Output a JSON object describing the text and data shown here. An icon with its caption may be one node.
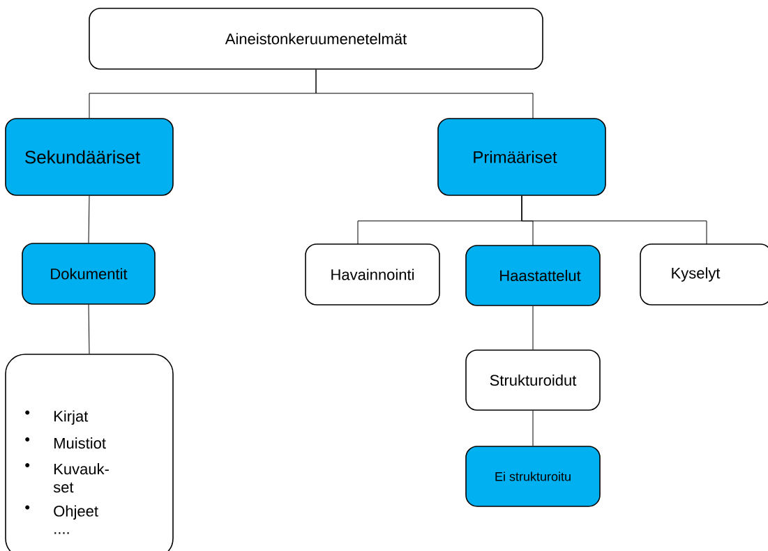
{
  "diagram": {
    "nodes": [
      {
        "text": [
          "Aineistonkeruumenetelmät"
        ]
      },
      {
        "text": [
          "Sekundääriset"
        ]
      },
      {
        "text": [
          "Primääriset"
        ]
      },
      {
        "text": [
          "Dokumentit"
        ]
      },
      {
        "text": [
          "Kirjat",
          "Muistiot",
          "Kuvauk- set",
          "Ohjeet",
          "...."
        ]
      },
      {
        "text": [
          "Havainnointi"
        ]
      },
      {
        "text": [
          "Haastattelut"
        ]
      },
      {
        "text": [
          "Kyselyt"
        ]
      },
      {
        "text": [
          "Strukturoidut"
        ]
      },
      {
        "text": [
          "Ei strukturoitu"
        ]
      }
    ],
    "edges": [
      {
        "from": 0,
        "to": 1,
        "arrow": "none"
      },
      {
        "from": 0,
        "to": 2,
        "arrow": "none"
      },
      {
        "from": 1,
        "to": 3,
        "arrow": "none"
      },
      {
        "from": 3,
        "to": 4,
        "arrow": "none"
      },
      {
        "from": 2,
        "to": 5,
        "arrow": "none"
      },
      {
        "from": 2,
        "to": 6,
        "arrow": "none"
      },
      {
        "from": 2,
        "to": 7,
        "arrow": "none"
      },
      {
        "from": 6,
        "to": 8,
        "arrow": "none"
      },
      {
        "from": 8,
        "to": 9,
        "arrow": "none"
      }
    ]
  }
}
